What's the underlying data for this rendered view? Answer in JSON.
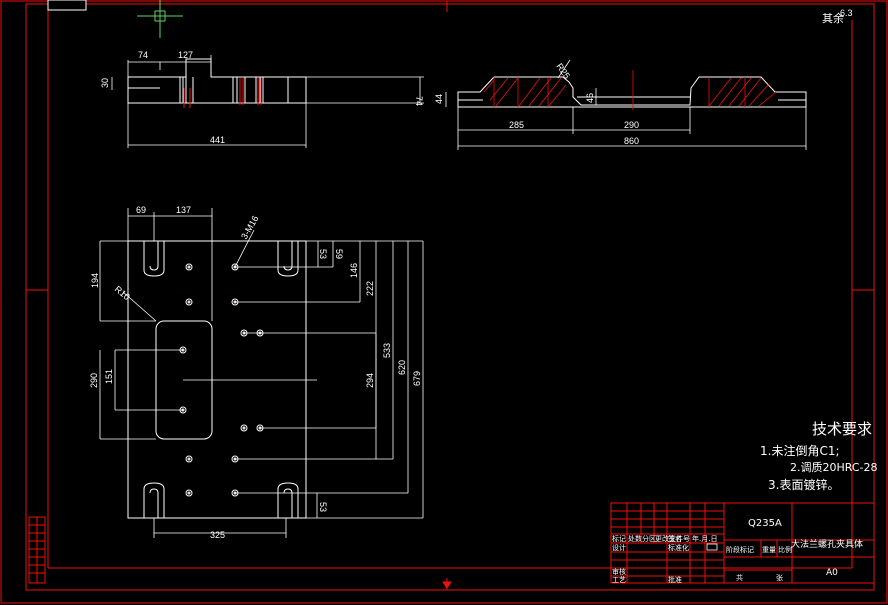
{
  "corner_label": "其余",
  "corner_value": "6.3",
  "top_view": {
    "dim_74": "74",
    "dim_127": "127",
    "dim_30": "30",
    "dim_74_right": "74",
    "dim_441": "441"
  },
  "side_view": {
    "dim_44": "44",
    "dim_r25": "R25",
    "dim_46": "46",
    "dim_285": "285",
    "dim_290": "290",
    "dim_860": "860"
  },
  "plan_view": {
    "dim_69": "69",
    "dim_137": "137",
    "thread_note": "3-M16",
    "dim_194": "194",
    "dim_r10": "R10",
    "dim_53": "53",
    "dim_59": "59",
    "dim_146": "146",
    "dim_222": "222",
    "dim_533": "533",
    "dim_294": "294",
    "dim_620": "620",
    "dim_679": "679",
    "dim_290": "290",
    "dim_151": "151",
    "dim_53_bottom": "53",
    "dim_325": "325"
  },
  "tech_req": {
    "title": "技术要求",
    "items": [
      "1.未注倒角C1;",
      "2.调质20HRC-28",
      "3.表面镀锌。"
    ]
  },
  "title_block": {
    "material": "Q235A",
    "drawing_name": "大法兰螺孔夹具体",
    "scale": "A0",
    "r_marker": "标记",
    "r_count": "处数",
    "r_zone": "分区",
    "r_doc": "更改文件号",
    "r_sign": "签名",
    "r_date": "年.月.日",
    "design": "设计",
    "standardize": "标准化",
    "review": "审核",
    "process": "工艺",
    "approve": "批准",
    "stage_mark": "阶段标记",
    "weight": "重量",
    "ratio": "比例",
    "total": "共",
    "sheet": "张"
  }
}
